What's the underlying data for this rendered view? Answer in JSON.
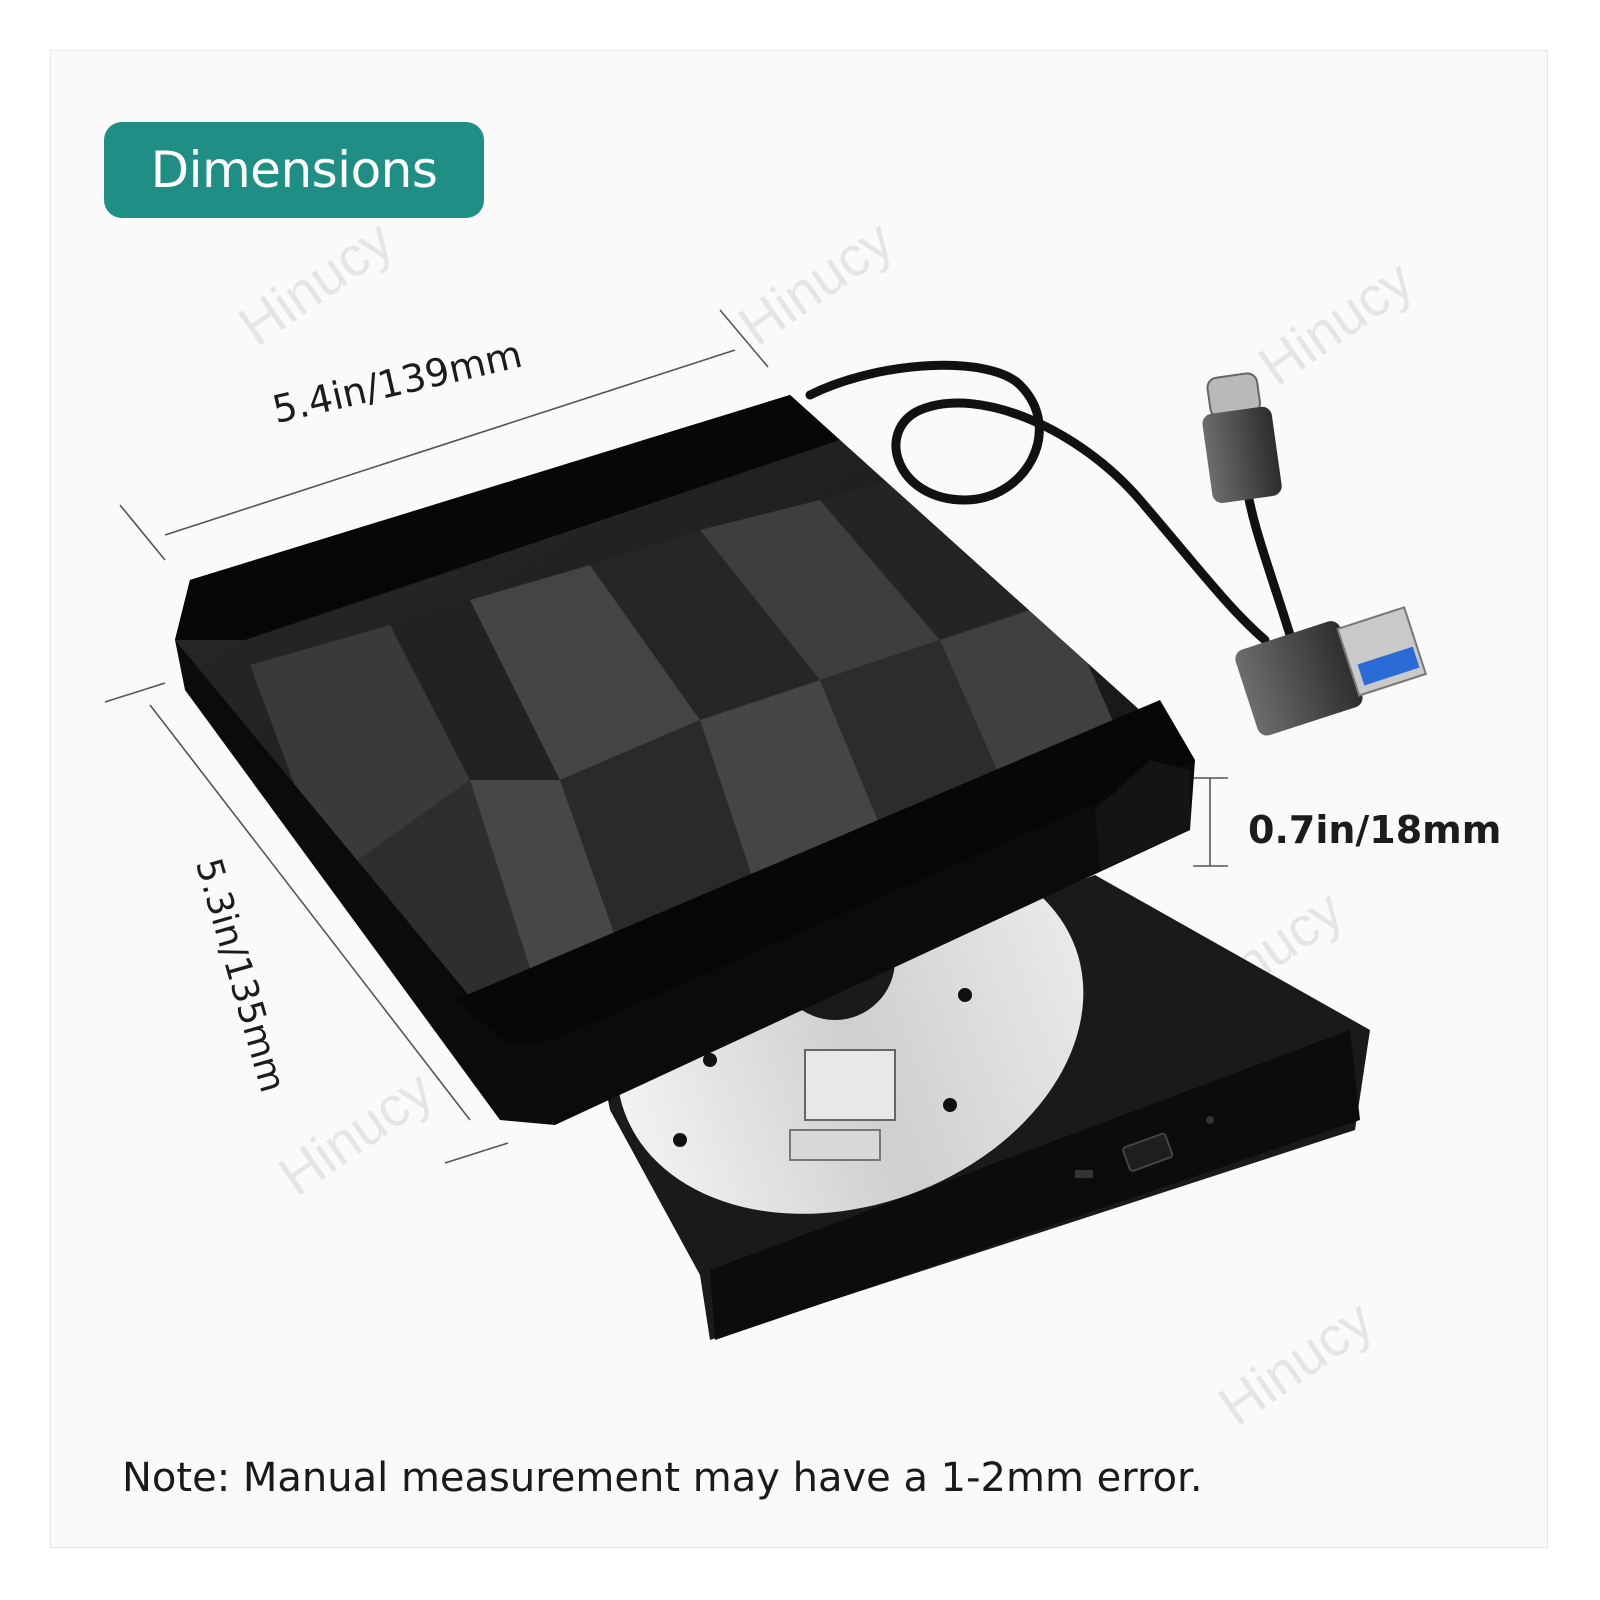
{
  "header": {
    "badge_label": "Dimensions"
  },
  "dimensions": {
    "width": "5.4in/139mm",
    "depth": "5.3in/135mm",
    "height": "0.7in/18mm"
  },
  "note": "Note: Manual measurement may have a 1-2mm error.",
  "watermark": "Hinucy",
  "colors": {
    "badge": "#1f8f86",
    "body": "#0e0e0e"
  }
}
